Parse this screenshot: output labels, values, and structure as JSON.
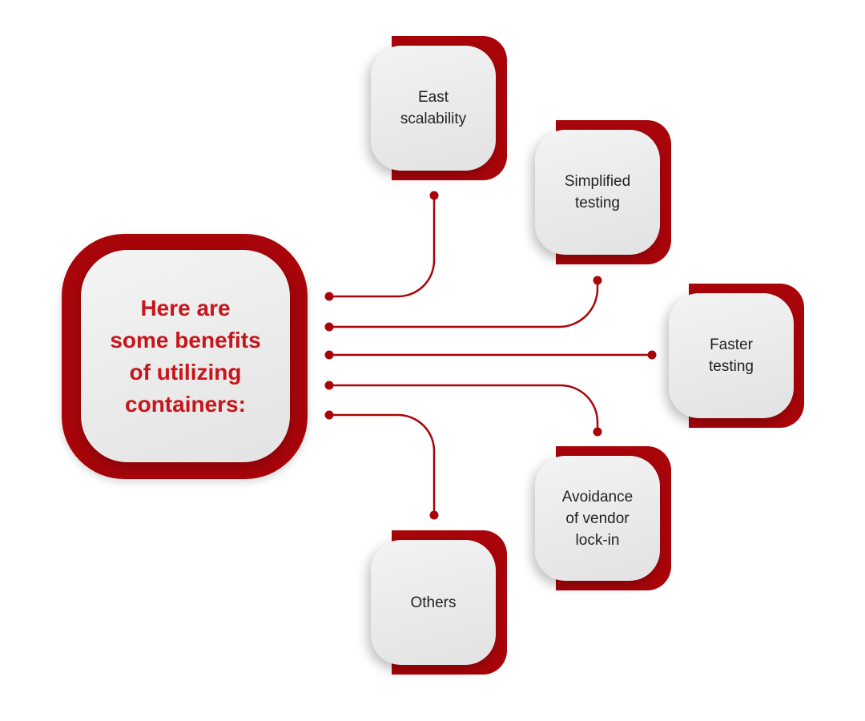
{
  "hub": {
    "title": "Here are\nsome benefits\nof utilizing\ncontainers:"
  },
  "colors": {
    "accent": "#a8050a",
    "title": "#c8151b",
    "card": "#ececec",
    "text": "#222222"
  },
  "benefits": [
    {
      "id": "east-scalability",
      "label": "East\nscalability"
    },
    {
      "id": "simplified-testing",
      "label": "Simplified\ntesting"
    },
    {
      "id": "faster-testing",
      "label": "Faster\ntesting"
    },
    {
      "id": "avoidance-of-vendor-lock-in",
      "label": "Avoidance\nof vendor\nlock-in"
    },
    {
      "id": "others",
      "label": "Others"
    }
  ]
}
